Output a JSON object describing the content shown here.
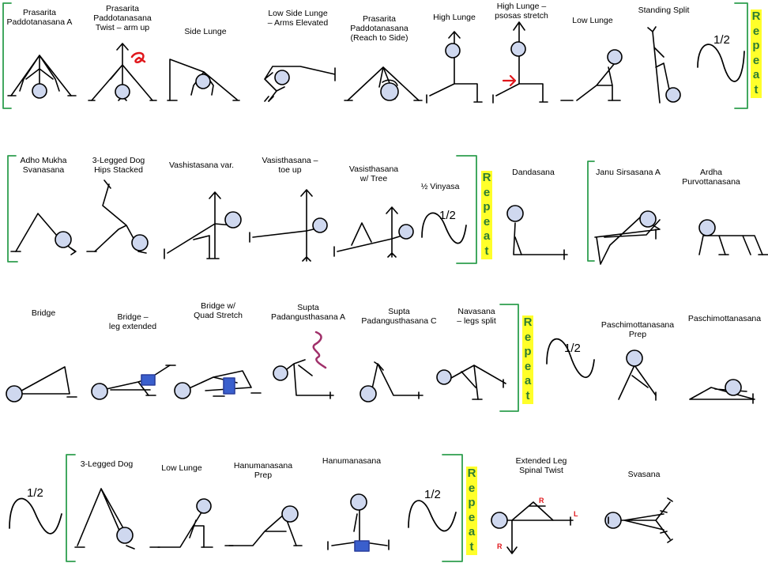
{
  "row1": {
    "labels": [
      "Prasarita\nPaddotanasana A",
      "Prasarita\nPaddotanasana\nTwist – arm up",
      "Side Lunge",
      "Low Side Lunge\n– Arms Elevated",
      "Prasarita\nPaddotanasana\n(Reach to Side)",
      "High Lunge",
      "High Lunge –\npsosas stretch",
      "Low Lunge",
      "Standing Split"
    ],
    "half": "1/2",
    "repeat": "Repeat"
  },
  "row2": {
    "labels": [
      "Adho Mukha\nSvanasana",
      "3-Legged Dog\nHips Stacked",
      "Vashistasana var.",
      "Vasisthasana –\ntoe up",
      "Vasisthasana\nw/ Tree",
      "½ Vinyasa",
      "Dandasana",
      "Janu Sirsasana A",
      "Ardha\nPurvottanasana"
    ],
    "half": "1/2",
    "repeat": "Repeat"
  },
  "row3": {
    "labels": [
      "Bridge",
      "Bridge –\nleg extended",
      "Bridge w/\nQuad Stretch",
      "Supta\nPadangusthasana A",
      "Supta\nPadangusthasana C",
      "Navasana\n– legs split",
      "Paschimottanasana\nPrep",
      "Paschimottanasana"
    ],
    "half": "1/2",
    "repeat": "Repeat"
  },
  "row4": {
    "labels": [
      "3-Legged Dog",
      "Low Lunge",
      "Hanumanasana\nPrep",
      "Hanumanasana",
      "Extended Leg\nSpinal Twist",
      "Svasana"
    ],
    "half_left": "1/2",
    "half_right": "1/2",
    "repeat": "Repeat",
    "twist_marks": [
      "R",
      "L",
      "R"
    ]
  },
  "colors": {
    "bracket": "#2e9e4f",
    "repeat_bg": "#ffff2a",
    "repeat_text": "#2e7d32",
    "head_fill": "#cfd8ef",
    "block": "#3a5fcd",
    "arrow": "#e0161b",
    "strap": "#a0306a"
  }
}
